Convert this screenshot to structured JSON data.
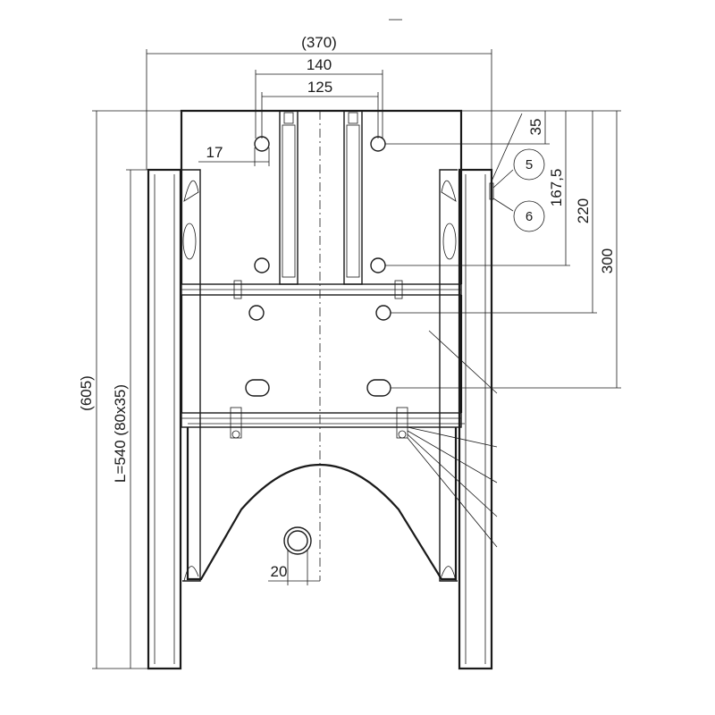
{
  "dimensions": {
    "overall_width": "(370)",
    "hole_span_outer": "140",
    "hole_span_inner": "125",
    "hole_offset": "17",
    "top_to_hole": "35",
    "hole_to_lower_hole": "167,5",
    "top_to_upper_slot": "220",
    "top_to_lower_slot": "300",
    "overall_height": "(605)",
    "post_length": "L=540 (80x35)",
    "pin_diameter": "20"
  },
  "callouts": {
    "item_5": "5",
    "item_6": "6"
  }
}
